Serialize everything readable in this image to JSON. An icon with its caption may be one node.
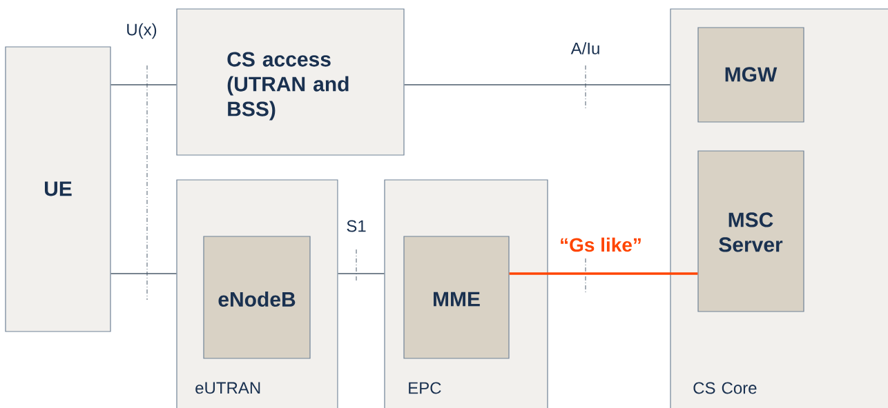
{
  "diagram": {
    "nodes": [
      {
        "text": [
          "UE"
        ]
      },
      {
        "text": [
          "CS access (UTRAN and BSS)"
        ]
      },
      {
        "text": [
          "eUTRAN"
        ]
      },
      {
        "text": [
          "eNodeB"
        ],
        "in": 2
      },
      {
        "text": [
          "EPC"
        ]
      },
      {
        "text": [
          "MME"
        ],
        "in": 4
      },
      {
        "text": [
          "CS Core"
        ]
      },
      {
        "text": [
          "MGW"
        ],
        "in": 6
      },
      {
        "text": [
          "MSC Server"
        ],
        "in": 6
      }
    ],
    "edges": [
      {
        "from": 0,
        "to": 1,
        "arrow": "none"
      },
      {
        "from": 0,
        "to": 2,
        "arrow": "none"
      },
      {
        "from": 2,
        "to": 4,
        "arrow": "none",
        "label": "S1"
      },
      {
        "from": 1,
        "to": 6,
        "arrow": "none",
        "label": "A/Iu"
      },
      {
        "from": 5,
        "to": 8,
        "arrow": "none",
        "label": "“Gs like”",
        "style": "thick",
        "color": "#ff4500"
      }
    ],
    "labels": [
      "U(x)"
    ]
  }
}
